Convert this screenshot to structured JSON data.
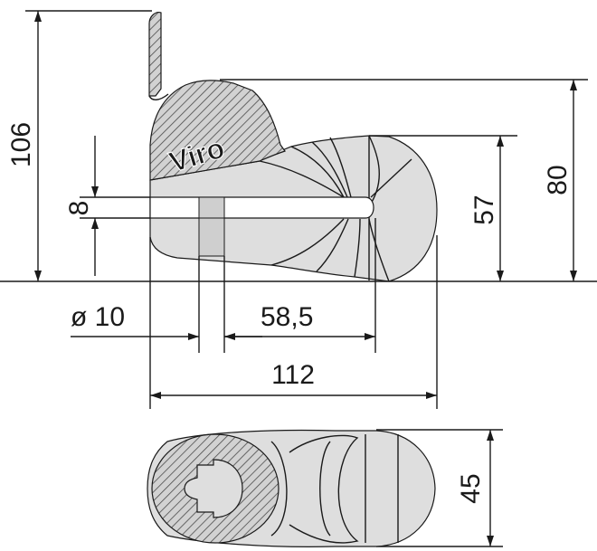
{
  "brand": "Viro",
  "colors": {
    "body_fill": "#dedede",
    "hatch": "#555555",
    "line": "#1a1a1a",
    "background": "#ffffff"
  },
  "dimensions": {
    "total_height": "106",
    "body_height": "80",
    "shackle_height": "57",
    "slot_width": "8",
    "pin_diameter": "ø 10",
    "reach": "58,5",
    "length": "112",
    "width": "45"
  }
}
